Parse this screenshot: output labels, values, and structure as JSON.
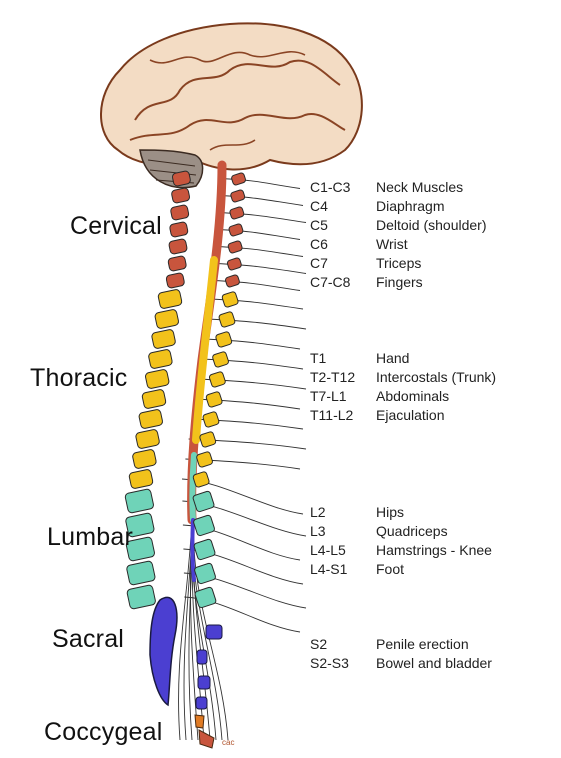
{
  "regions": {
    "cervical": "Cervical",
    "thoracic": "Thoracic",
    "lumbar": "Lumbar",
    "sacral": "Sacral",
    "coccygeal": "Coccygeal"
  },
  "nerves": {
    "cervical": [
      {
        "level": "C1-C3",
        "function": "Neck Muscles"
      },
      {
        "level": "C4",
        "function": "Diaphragm"
      },
      {
        "level": "C5",
        "function": "Deltoid (shoulder)"
      },
      {
        "level": "C6",
        "function": "Wrist"
      },
      {
        "level": "C7",
        "function": "Triceps"
      },
      {
        "level": "C7-C8",
        "function": "Fingers"
      }
    ],
    "thoracic": [
      {
        "level": "T1",
        "function": "Hand"
      },
      {
        "level": "T2-T12",
        "function": "Intercostals (Trunk)"
      },
      {
        "level": "T7-L1",
        "function": "Abdominals"
      },
      {
        "level": "T11-L2",
        "function": "Ejaculation"
      }
    ],
    "lumbar": [
      {
        "level": "L2",
        "function": "Hips"
      },
      {
        "level": "L3",
        "function": "Quadriceps"
      },
      {
        "level": "L4-L5",
        "function": "Hamstrings - Knee"
      },
      {
        "level": "L4-S1",
        "function": "Foot"
      }
    ],
    "sacral": [
      {
        "level": "S2",
        "function": "Penile erection"
      },
      {
        "level": "S2-S3",
        "function": "Bowel and bladder"
      }
    ]
  },
  "signature": "cac",
  "colors": {
    "cervical": "#c8553d",
    "thoracic": "#f2c21b",
    "lumbar": "#6fd3b8",
    "sacral": "#4b3fd1",
    "coccygeal": "#e07b24",
    "brain": "#f3dcc4",
    "brain_outline": "#7a3a1c"
  },
  "icons": {
    "brain": "brain-icon",
    "spinal_cord": "spinal-cord-icon"
  }
}
